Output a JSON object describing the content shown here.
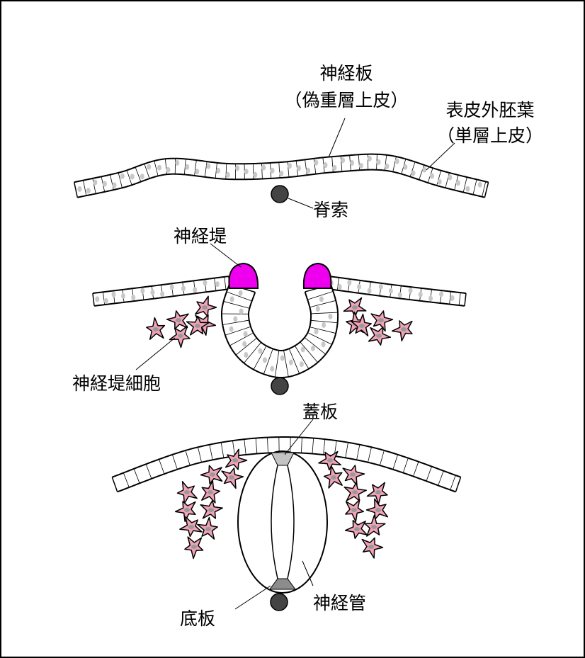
{
  "labels": {
    "neural_plate": "神経板",
    "neural_plate_sub": "（偽重層上皮）",
    "surface_ectoderm": "表皮外胚葉",
    "surface_ectoderm_sub": "（単層上皮）",
    "notochord": "脊索",
    "neural_fold": "神経堤",
    "neural_crest_cells": "神経堤細胞",
    "roof_plate": "蓋板",
    "floor_plate": "底板",
    "neural_tube": "神経管"
  },
  "colors": {
    "neural_fold": "#ee00ee",
    "crest_cell": "#f0a3b6",
    "nucleus": "#c8c8c8",
    "notochord": "#444444",
    "roof_plate": "#c4c4c4",
    "floor_plate": "#8c8c8c"
  }
}
